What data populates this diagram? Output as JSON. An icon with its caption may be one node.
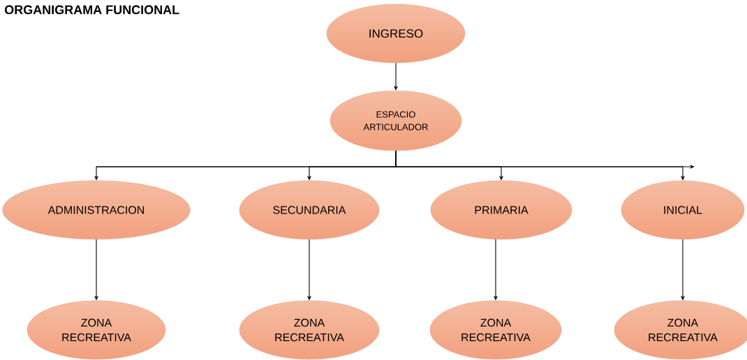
{
  "diagram": {
    "title": "ORGANIGRAMA FUNCIONAL",
    "nodes": [
      {
        "text": [
          "INGRESO"
        ]
      },
      {
        "text": [
          "ESPACIO ARTICULADOR"
        ]
      },
      {
        "text": [
          "ADMINISTRACION"
        ]
      },
      {
        "text": [
          "SECUNDARIA"
        ]
      },
      {
        "text": [
          "PRIMARIA"
        ]
      },
      {
        "text": [
          "INICIAL"
        ]
      },
      {
        "text": [
          "ZONA RECREATIVA"
        ]
      },
      {
        "text": [
          "ZONA RECREATIVA"
        ]
      },
      {
        "text": [
          "ZONA RECREATIVA"
        ]
      },
      {
        "text": [
          "ZONA RECREATIVA"
        ]
      }
    ],
    "edges": [
      {
        "from": 0,
        "to": 1,
        "arrow": "to"
      },
      {
        "from": 1,
        "to": 2,
        "arrow": "to"
      },
      {
        "from": 1,
        "to": 3,
        "arrow": "to"
      },
      {
        "from": 1,
        "to": 4,
        "arrow": "to"
      },
      {
        "from": 1,
        "to": 5,
        "arrow": "to"
      },
      {
        "from": 2,
        "to": 6,
        "arrow": "to"
      },
      {
        "from": 3,
        "to": 7,
        "arrow": "to"
      },
      {
        "from": 4,
        "to": 8,
        "arrow": "to"
      },
      {
        "from": 5,
        "to": 9,
        "arrow": "to"
      }
    ]
  }
}
